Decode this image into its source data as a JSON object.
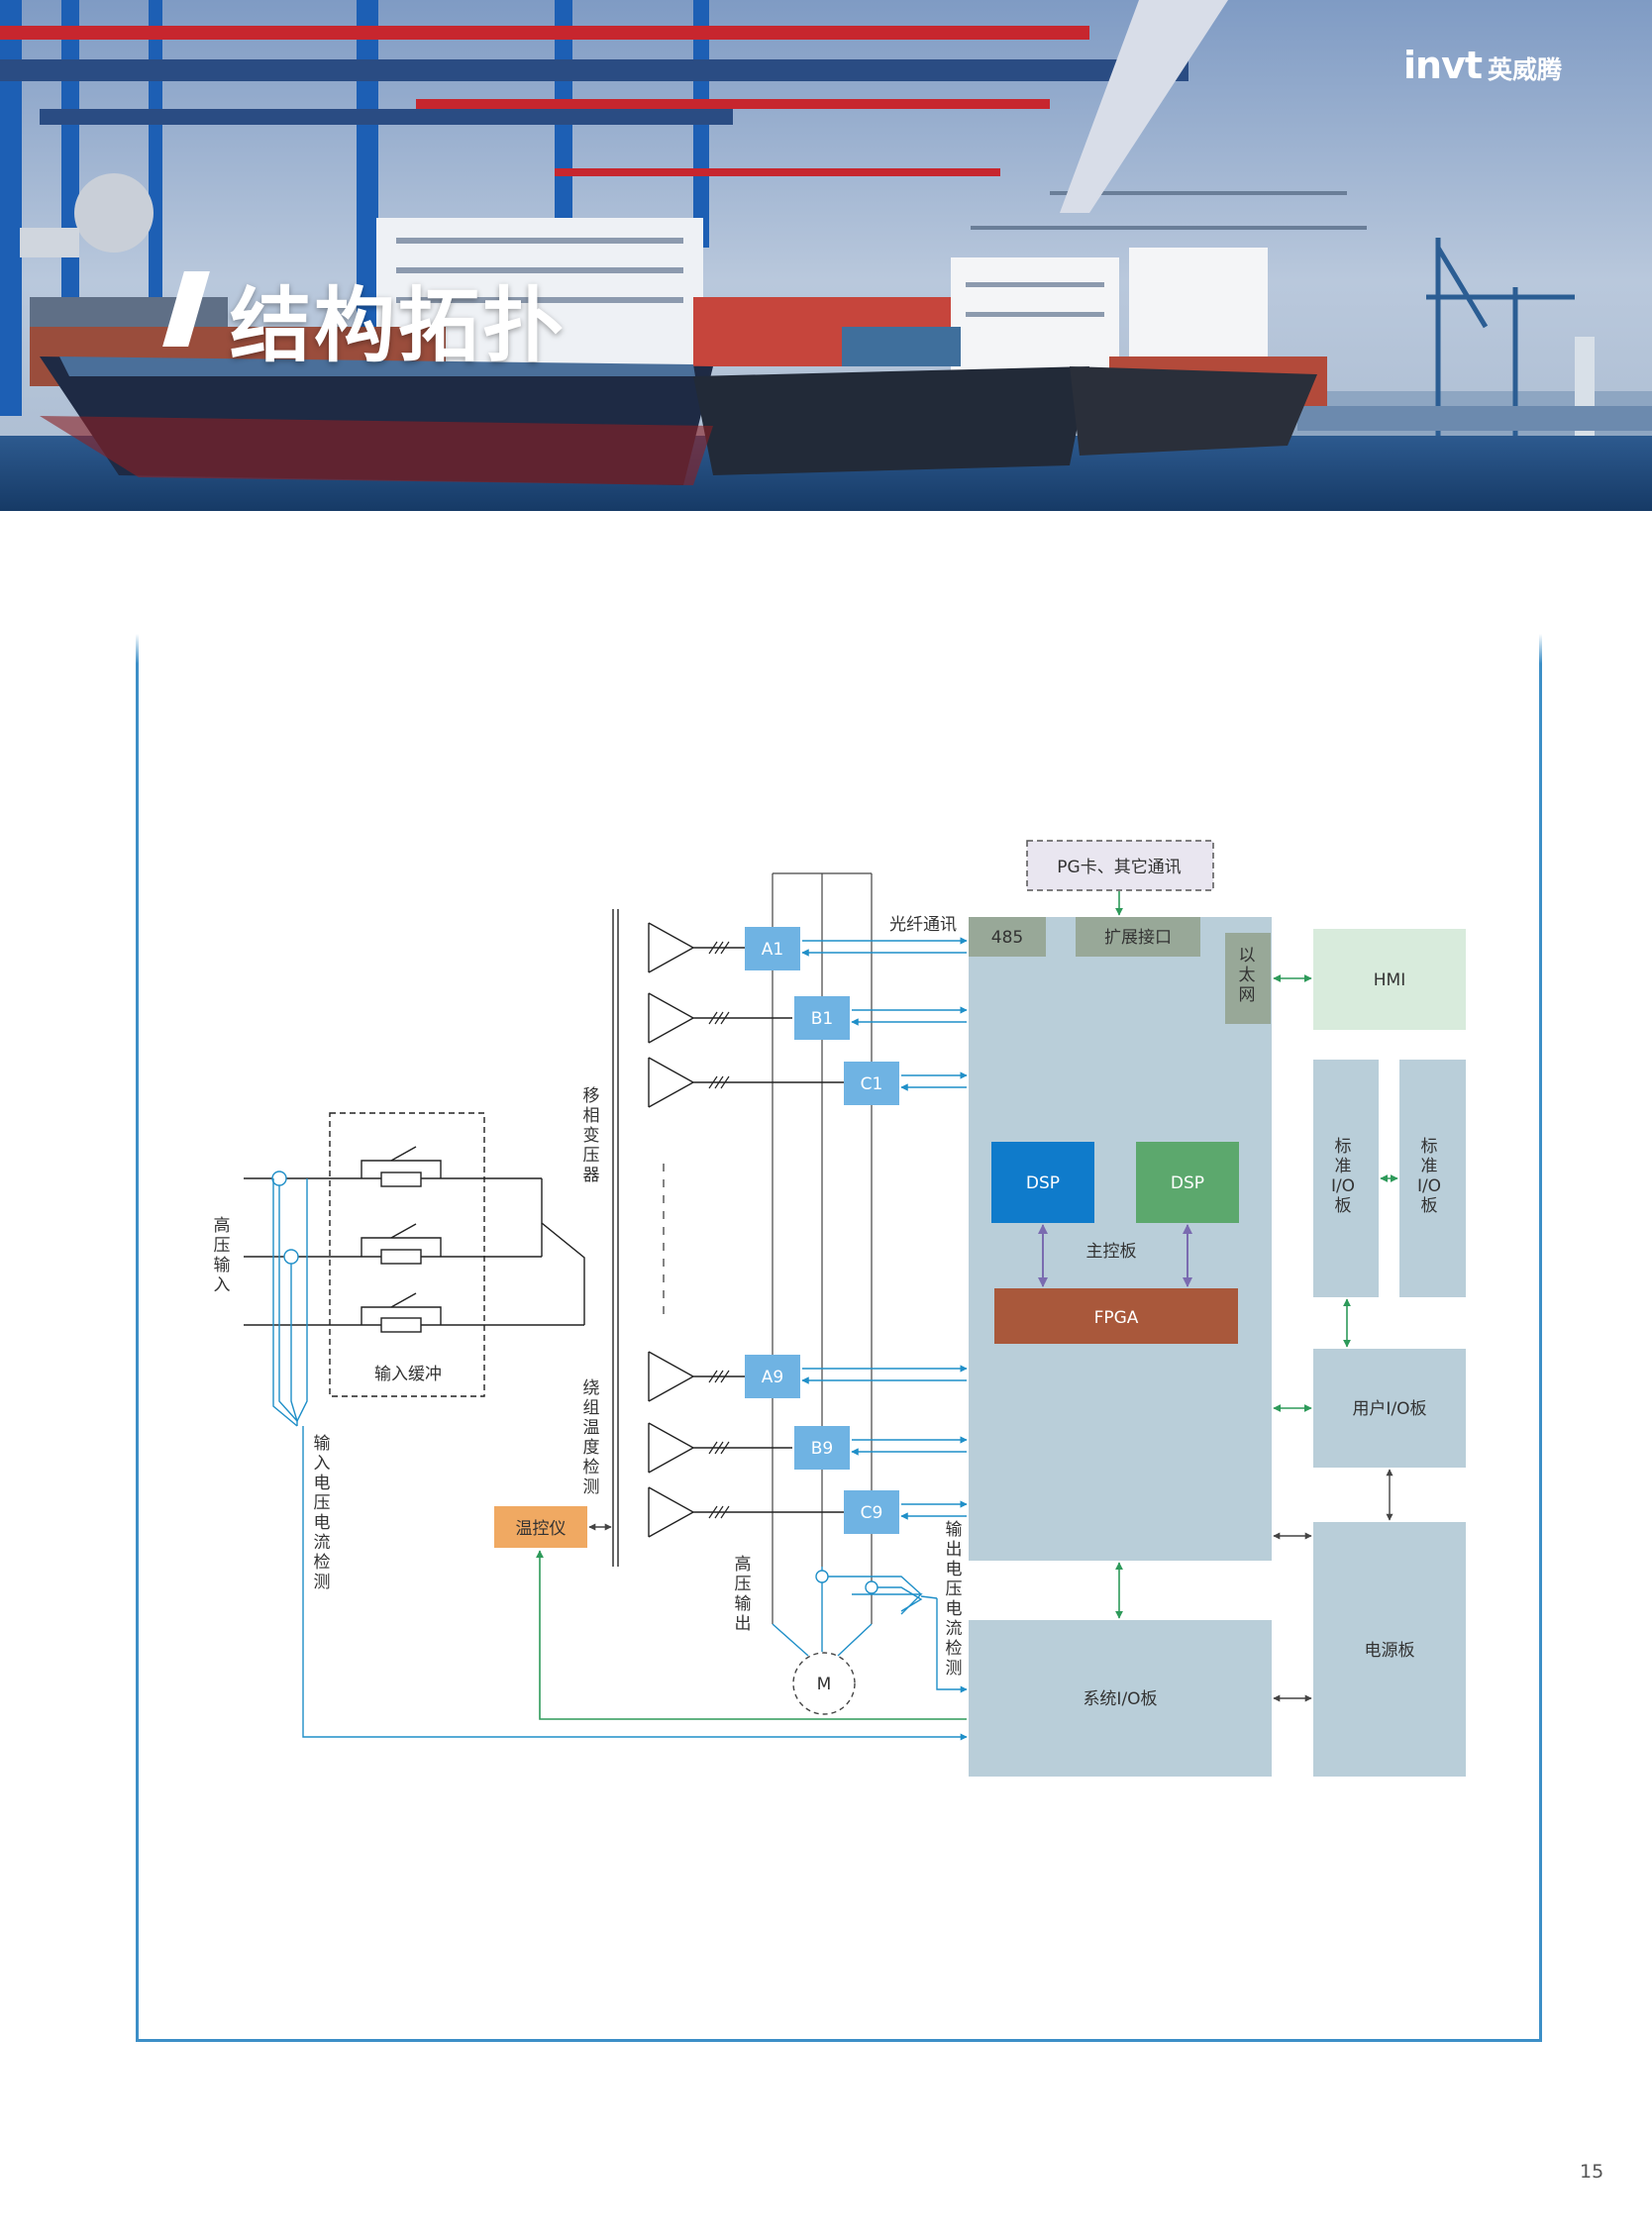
{
  "header": {
    "title": "结构拓扑",
    "brand_latin": "invt",
    "brand_chinese": "英威腾"
  },
  "diagram": {
    "pg_card": "PG卡、其它通讯",
    "fiber_comm": "光纤通讯",
    "port_485": "485",
    "expansion_port": "扩展接口",
    "ethernet": "以太网",
    "hmi": "HMI",
    "std_io_1": "标准I/O板",
    "std_io_2": "标准I/O板",
    "dsp_1": "DSP",
    "dsp_2": "DSP",
    "main_board": "主控板",
    "fpga": "FPGA",
    "user_io": "用户I/O板",
    "power_board": "电源板",
    "system_io": "系统I/O板",
    "hv_input": "高压输入",
    "input_buffer": "输入缓冲",
    "input_vi_detect": "输入电压电流检测",
    "phase_transformer": "移相变压器",
    "winding_temp": "绕组温度检测",
    "temp_controller": "温控仪",
    "hv_output": "高压输出",
    "output_vi_detect": "输出电压电流检测",
    "motor": "M",
    "cells": [
      "A1",
      "B1",
      "C1",
      "A9",
      "B9",
      "C9"
    ]
  },
  "footer": {
    "page_number": "15"
  },
  "colors": {
    "accent_blue": "#3d8fc7",
    "line_blue": "#1f8fc8",
    "line_green": "#2e9a5a",
    "cell_blue": "#6fb3e3",
    "board_grey": "#b9ced9",
    "port_grey": "#98a898",
    "hmi_green": "#d8ebdc",
    "dsp_blue": "#0f7bcb",
    "dsp_green": "#5ca86d",
    "fpga_brown": "#a9583b",
    "temp_orange": "#f0a962"
  }
}
